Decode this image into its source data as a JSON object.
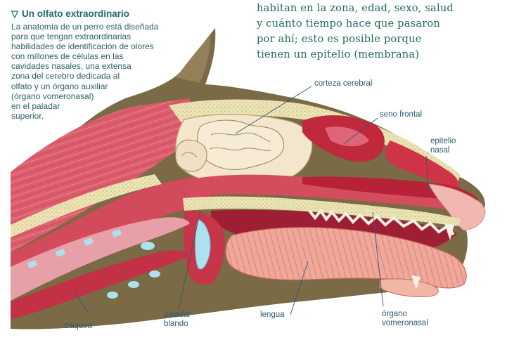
{
  "sidebar": {
    "title": "Un olfato extraordinario",
    "lines": [
      "La anatomía de un perro está diseñada",
      "para que tengan extraordinarias",
      "habilidades de identificación de olores",
      "con millones de células en las",
      "cavidades nasales, una extensa",
      "zona del cerebro dedicada al",
      "olfato y un órgano auxiliar",
      "(órgano vomeronasal)",
      "en el paladar",
      "superior."
    ]
  },
  "main_text": {
    "lines": [
      "habitan en la zona, edad, sexo, salud",
      "y cuánto tiempo hace que pasaron",
      "por ahí; esto es posible porque",
      "tienen un epitelio (membrana)"
    ]
  },
  "labels": {
    "corteza": "corteza cerebral",
    "seno": "seno frontal",
    "epitelio": [
      "epitelio",
      "nasal"
    ],
    "paladar": [
      "paladar",
      "blando"
    ],
    "lengua": "lengua",
    "organo": [
      "órgano",
      "vomeronasal"
    ],
    "traquea": "tráquea"
  },
  "colors": {
    "heading": "#1f6a63",
    "body_text": "#2b5f66",
    "label_text": "#2c5b72",
    "fur": "#7a6a45",
    "muscle": "#d9596a",
    "bone": "#ece3b4",
    "brain": "#f3e6cc",
    "cavity": "#c0283c"
  }
}
